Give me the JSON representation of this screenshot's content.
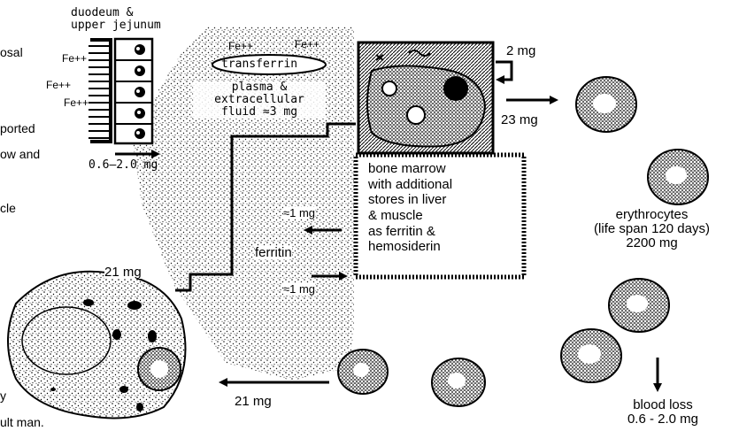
{
  "left_fragments": [
    "osal",
    "Fe++",
    "Fe++",
    "Fe++",
    "ported",
    "ow and",
    "cle",
    "y",
    "ult man."
  ],
  "duodenum": "duodeum &\nupper jejunum",
  "absorption": "0.6–2.0 mg",
  "fe_top_left": "Fe++",
  "fe_top_right": "Fe++",
  "transferrin": "transferrin",
  "plasma": "plasma &\nextracellular\nfluid ≈3 mg",
  "marrow_recycle": "2 mg",
  "marrow_to_rbc": "23 mg",
  "marrow_box": "bone marrow\nwith additional\nstores in liver\n& muscle\nas ferritin &\nhemosiderin",
  "ferritin_in": "≈1 mg",
  "ferritin": "ferritin",
  "ferritin_out": "≈1 mg",
  "macrophage_out": "21 mg",
  "macrophage_in": "21 mg",
  "erythrocytes": "erythrocytes\n(life span 120 days)\n2200 mg",
  "blood_loss": "blood loss\n0.6 - 2.0 mg",
  "colors": {
    "ink": "#000000",
    "paper": "#ffffff"
  }
}
